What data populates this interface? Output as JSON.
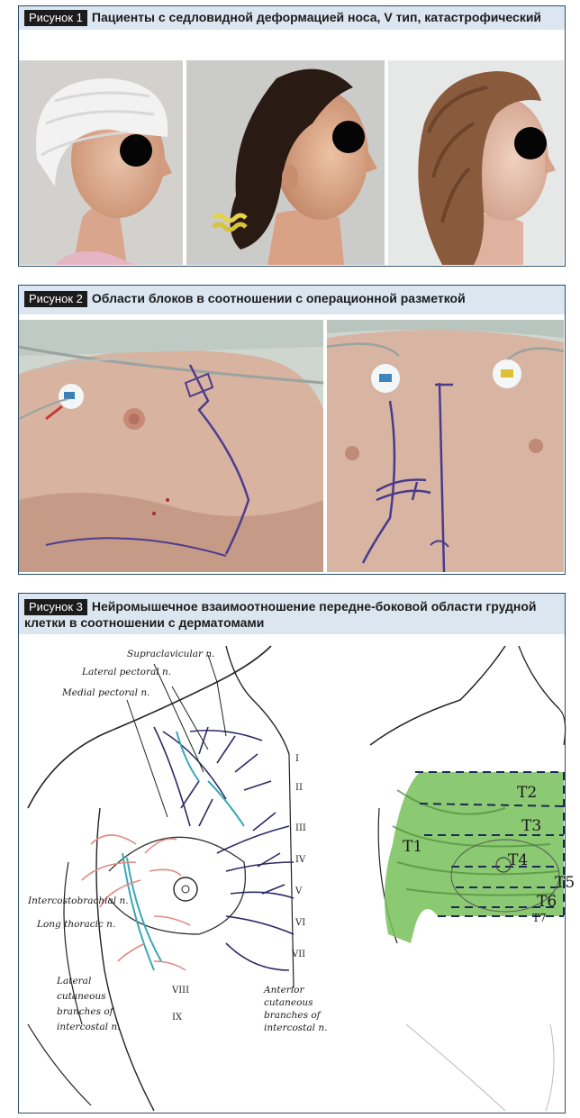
{
  "figure1": {
    "badge": "Рисунок 1",
    "caption": "Пациенты с седловидной деформацией носа, V тип, катастрофический"
  },
  "figure2": {
    "badge": "Рисунок 2",
    "caption": "Области блоков в соотношении с операционной разметкой"
  },
  "figure3": {
    "badge": "Рисунок 3",
    "caption": "Нейромышечное взаимоотношение передне-боковой области грудной клетки в соотношении с дерматомами",
    "sketch_labels": {
      "supraclavicular": "Supraclavicular n.",
      "lateral_pectoral": "Lateral pectoral n.",
      "medial_pectoral": "Medial pectoral n.",
      "intercostobrachial": "Intercostobrachial n.",
      "long_thoracic": "Long thoracic n.",
      "anterior_1": "Anterior",
      "anterior_2": "cutaneous",
      "anterior_3": "branches of",
      "anterior_4": "intercostal n.",
      "lateral_1": "Lateral",
      "lateral_2": "cutaneous",
      "lateral_3": "branches of",
      "lateral_4": "intercostal n."
    },
    "dermatomes": [
      "T1",
      "T2",
      "T3",
      "T4",
      "T5",
      "T6",
      "T7"
    ]
  },
  "colors": {
    "caption_bg": "#dbe6f1",
    "border": "#2c4d6b",
    "badge_bg": "#1c1c1c"
  }
}
